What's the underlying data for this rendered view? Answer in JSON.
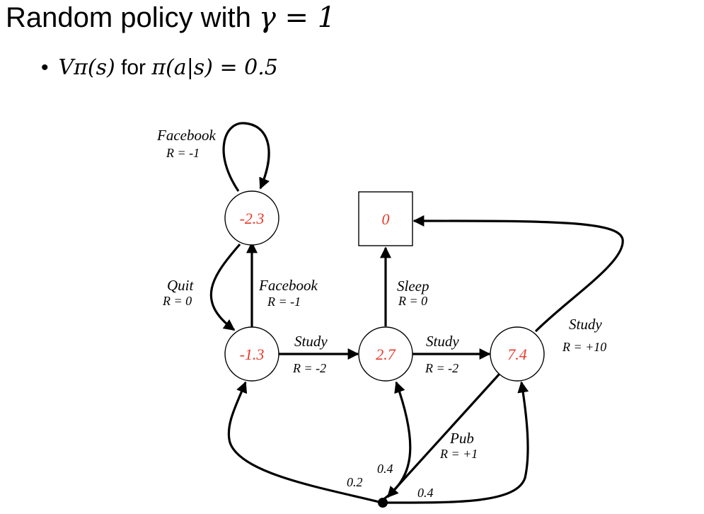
{
  "title": {
    "text": "Random policy with ",
    "math": "γ = 1"
  },
  "bullet": {
    "dot": "•",
    "math_v": "Vπ(s)",
    "text": " for ",
    "math_pi": "π(a|s) = 0.5"
  },
  "colors": {
    "value": "#e8392b",
    "line": "#000000"
  },
  "states": {
    "facebook": "-2.3",
    "class1": "-1.3",
    "class2": "2.7",
    "class3": "7.4",
    "sleep": "0"
  },
  "edges": {
    "facebook_loop": {
      "action": "Facebook",
      "reward": "R = -1"
    },
    "quit": {
      "action": "Quit",
      "reward": "R = 0"
    },
    "facebook_up": {
      "action": "Facebook",
      "reward": "R = -1"
    },
    "study1": {
      "action": "Study",
      "reward": "R = -2"
    },
    "study2": {
      "action": "Study",
      "reward": "R = -2"
    },
    "sleep": {
      "action": "Sleep",
      "reward": "R = 0"
    },
    "study3": {
      "action": "Study",
      "reward": "R = +10"
    },
    "pub": {
      "action": "Pub",
      "reward": "R = +1"
    }
  },
  "probabilities": {
    "p_class1": "0.2",
    "p_class2": "0.4",
    "p_class3": "0.4"
  }
}
